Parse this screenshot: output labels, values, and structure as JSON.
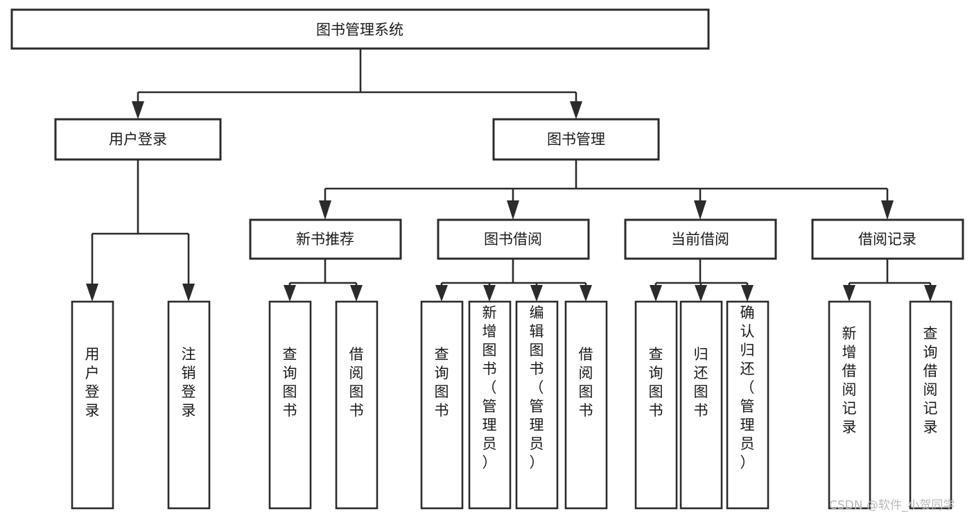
{
  "diagram": {
    "type": "tree-hierarchy-functional-decomposition",
    "title": "图书管理系统",
    "root": {
      "id": "root",
      "label": "图书管理系统",
      "orientation": "horizontal"
    },
    "level2": [
      {
        "id": "user-login",
        "label": "用户登录",
        "orientation": "horizontal"
      },
      {
        "id": "book-manage",
        "label": "图书管理",
        "orientation": "horizontal"
      }
    ],
    "level3": [
      {
        "id": "new-book-recommend",
        "label": "新书推荐",
        "orientation": "horizontal",
        "parent": "book-manage"
      },
      {
        "id": "book-borrow",
        "label": "图书借阅",
        "orientation": "horizontal",
        "parent": "book-manage"
      },
      {
        "id": "current-borrow",
        "label": "当前借阅",
        "orientation": "horizontal",
        "parent": "book-manage"
      },
      {
        "id": "borrow-record",
        "label": "借阅记录",
        "orientation": "horizontal",
        "parent": "book-manage"
      }
    ],
    "leaves": [
      {
        "id": "leaf-user-login",
        "label": "用户登录",
        "orientation": "vertical",
        "parent": "user-login",
        "chars": [
          "用",
          "户",
          "登",
          "录"
        ]
      },
      {
        "id": "leaf-logout-login",
        "label": "注销登录",
        "orientation": "vertical",
        "parent": "user-login",
        "chars": [
          "注",
          "销",
          "登",
          "录"
        ]
      },
      {
        "id": "leaf-query-book-1",
        "label": "查询图书",
        "orientation": "vertical",
        "parent": "new-book-recommend",
        "chars": [
          "查",
          "询",
          "图",
          "书"
        ]
      },
      {
        "id": "leaf-borrow-book-1",
        "label": "借阅图书",
        "orientation": "vertical",
        "parent": "new-book-recommend",
        "chars": [
          "借",
          "阅",
          "图",
          "书"
        ]
      },
      {
        "id": "leaf-query-book-2",
        "label": "查询图书",
        "orientation": "vertical",
        "parent": "book-borrow",
        "chars": [
          "查",
          "询",
          "图",
          "书"
        ]
      },
      {
        "id": "leaf-add-book-admin",
        "label": "新增图书（管理员）",
        "orientation": "vertical",
        "parent": "book-borrow",
        "chars": [
          "新",
          "增",
          "图",
          "书",
          "（",
          "管",
          "理",
          "员",
          "）"
        ]
      },
      {
        "id": "leaf-edit-book-admin",
        "label": "编辑图书（管理员）",
        "orientation": "vertical",
        "parent": "book-borrow",
        "chars": [
          "编",
          "辑",
          "图",
          "书",
          "（",
          "管",
          "理",
          "员",
          "）"
        ]
      },
      {
        "id": "leaf-borrow-book-2",
        "label": "借阅图书",
        "orientation": "vertical",
        "parent": "book-borrow",
        "chars": [
          "借",
          "阅",
          "图",
          "书"
        ]
      },
      {
        "id": "leaf-query-book-3",
        "label": "查询图书",
        "orientation": "vertical",
        "parent": "current-borrow",
        "chars": [
          "查",
          "询",
          "图",
          "书"
        ]
      },
      {
        "id": "leaf-return-book",
        "label": "归还图书",
        "orientation": "vertical",
        "parent": "current-borrow",
        "chars": [
          "归",
          "还",
          "图",
          "书"
        ]
      },
      {
        "id": "leaf-confirm-return-admin",
        "label": "确认归还（管理员）",
        "orientation": "vertical",
        "parent": "current-borrow",
        "chars": [
          "确",
          "认",
          "归",
          "还",
          "（",
          "管",
          "理",
          "员",
          "）"
        ]
      },
      {
        "id": "leaf-add-borrow-record",
        "label": "新增借阅记录",
        "orientation": "vertical",
        "parent": "borrow-record",
        "chars": [
          "新",
          "增",
          "借",
          "阅",
          "记",
          "录"
        ]
      },
      {
        "id": "leaf-query-borrow-record",
        "label": "查询借阅记录",
        "orientation": "vertical",
        "parent": "borrow-record",
        "chars": [
          "查",
          "询",
          "借",
          "阅",
          "记",
          "录"
        ]
      }
    ]
  },
  "watermark": {
    "text": "CSDN @软件_小贺同学"
  },
  "colors": {
    "stroke": "#2b2b2b",
    "box_fill": "#ffffff",
    "text": "#1a1a1a",
    "watermark": "#b9b9b9",
    "background": "#ffffff"
  }
}
